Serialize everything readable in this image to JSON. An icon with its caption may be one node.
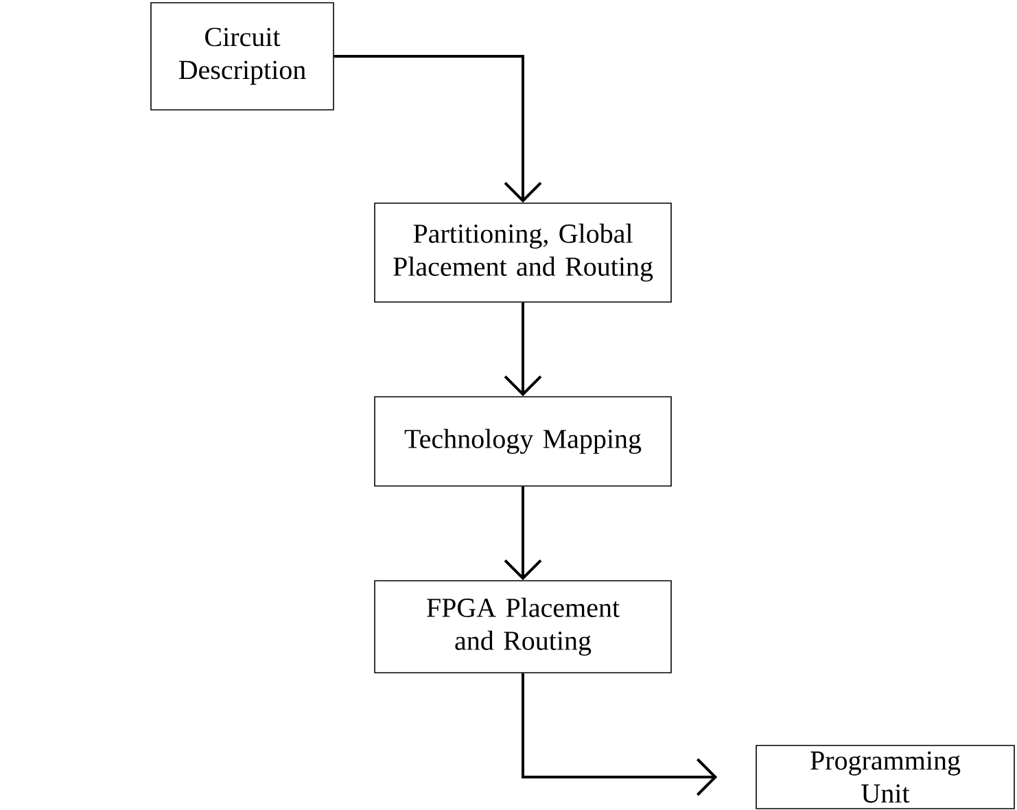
{
  "diagram": {
    "nodes": [
      {
        "text": [
          "Circuit Description"
        ]
      },
      {
        "text": [
          "Partitioning, Global Placement and Routing"
        ]
      },
      {
        "text": [
          "Technology Mapping"
        ]
      },
      {
        "text": [
          "FPGA Placement and Routing"
        ]
      },
      {
        "text": [
          "Programming Unit"
        ]
      }
    ],
    "edges": [
      {
        "from": 0,
        "to": 1,
        "arrow": "to"
      },
      {
        "from": 1,
        "to": 2,
        "arrow": "to"
      },
      {
        "from": 2,
        "to": 3,
        "arrow": "to"
      },
      {
        "from": 3,
        "to": 4,
        "arrow": "to"
      }
    ]
  }
}
